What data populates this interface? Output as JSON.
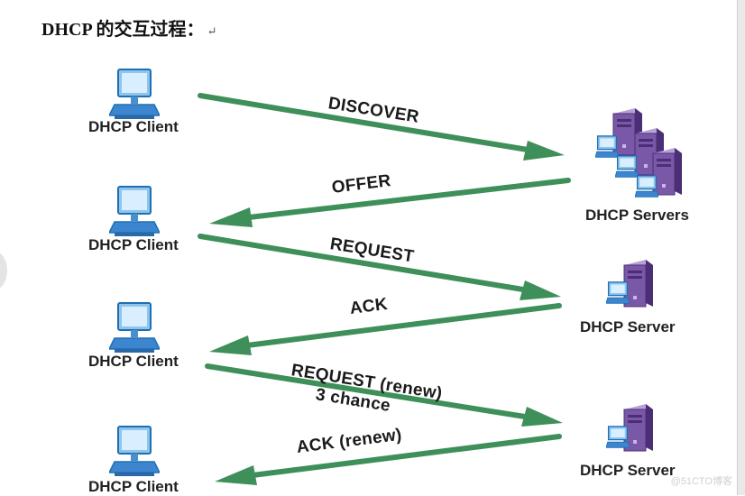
{
  "heading": {
    "title": "DHCP 的交互过程：",
    "mark": "↵"
  },
  "nodes": {
    "client1": "DHCP Client",
    "client2": "DHCP Client",
    "client3": "DHCP Client",
    "client4": "DHCP Client",
    "servers": "DHCP Servers",
    "server1": "DHCP Server",
    "server2": "DHCP Server"
  },
  "messages": {
    "discover": "DISCOVER",
    "offer": "OFFER",
    "request": "REQUEST",
    "ack": "ACK",
    "request_renew": "REQUEST (renew)",
    "chance": "3 chance",
    "ack_renew": "ACK (renew)"
  },
  "watermark": "@51CTO博客",
  "colors": {
    "arrow": "#3e8f5a",
    "computer_blue": "#2f8bd6",
    "server_purple": "#6e4d96"
  }
}
